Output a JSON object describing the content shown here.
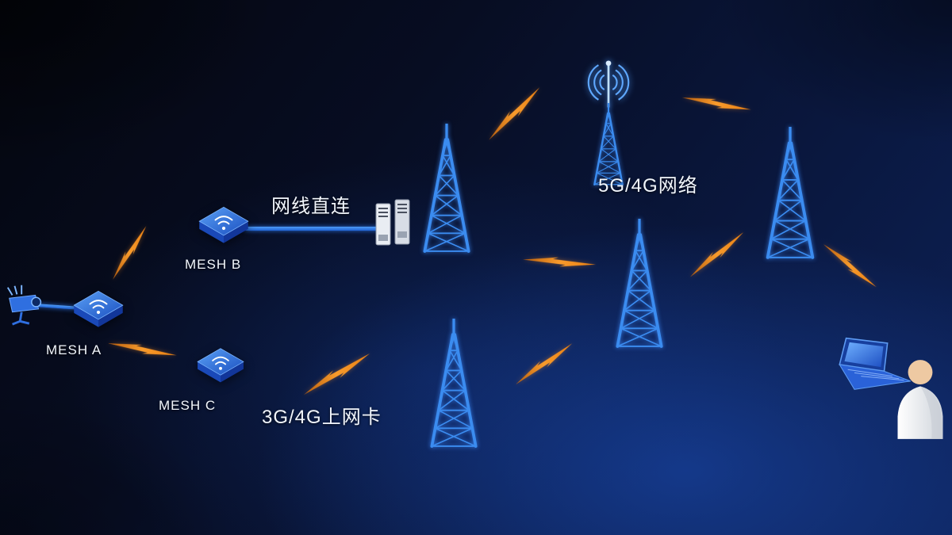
{
  "labels": {
    "mesh_a": "MESH A",
    "mesh_b": "MESH B",
    "mesh_c": "MESH C",
    "wired_link": "网线直连",
    "cellular_network": "5G/4G网络",
    "cellular_dongle": "3G/4G上网卡"
  },
  "colors": {
    "background_deep": "#04060e",
    "background_glow": "#16408f",
    "tower_blue": "#3b8cf0",
    "router_blue": "#2f6fe0",
    "wire_blue": "#2f7ce8",
    "bolt_orange": "#ef8a1a",
    "text": "#f2f6fc"
  },
  "icons": {
    "camera": "surveillance-camera-icon",
    "router": "mesh-router-icon (isometric box with wifi waves)",
    "server": "server-rack-icon",
    "tower": "lattice-cell-tower-icon",
    "antenna_waves": "radiating-antenna-icon",
    "bolt": "lightning-wireless-link-icon",
    "laptop": "laptop-icon",
    "person": "user-person-icon"
  },
  "diagram": {
    "nodes": [
      "camera",
      "mesh-a",
      "mesh-b",
      "mesh-c",
      "server",
      "tower-upper-left",
      "tower-lower-left",
      "tower-5g-antenna",
      "tower-middle",
      "tower-right",
      "laptop",
      "user"
    ],
    "edges": [
      {
        "from": "camera",
        "to": "mesh-a",
        "type": "wired"
      },
      {
        "from": "mesh-a",
        "to": "mesh-b",
        "type": "wireless-bolt"
      },
      {
        "from": "mesh-a",
        "to": "mesh-c",
        "type": "wireless-bolt"
      },
      {
        "from": "mesh-b",
        "to": "server",
        "type": "wired",
        "label": "网线直连"
      },
      {
        "from": "mesh-c",
        "to": "tower-lower-left",
        "type": "wireless-bolt",
        "label": "3G/4G上网卡"
      },
      {
        "from": "tower-upper-left",
        "to": "tower-5g-antenna",
        "type": "wireless-bolt",
        "label": "5G/4G网络"
      },
      {
        "from": "tower-5g-antenna",
        "to": "tower-right",
        "type": "wireless-bolt"
      },
      {
        "from": "tower-upper-left",
        "to": "tower-middle",
        "type": "wireless-bolt"
      },
      {
        "from": "tower-middle",
        "to": "tower-right",
        "type": "wireless-bolt"
      },
      {
        "from": "tower-lower-left",
        "to": "tower-middle",
        "type": "wireless-bolt"
      },
      {
        "from": "tower-right",
        "to": "laptop",
        "type": "wireless-bolt"
      }
    ]
  }
}
